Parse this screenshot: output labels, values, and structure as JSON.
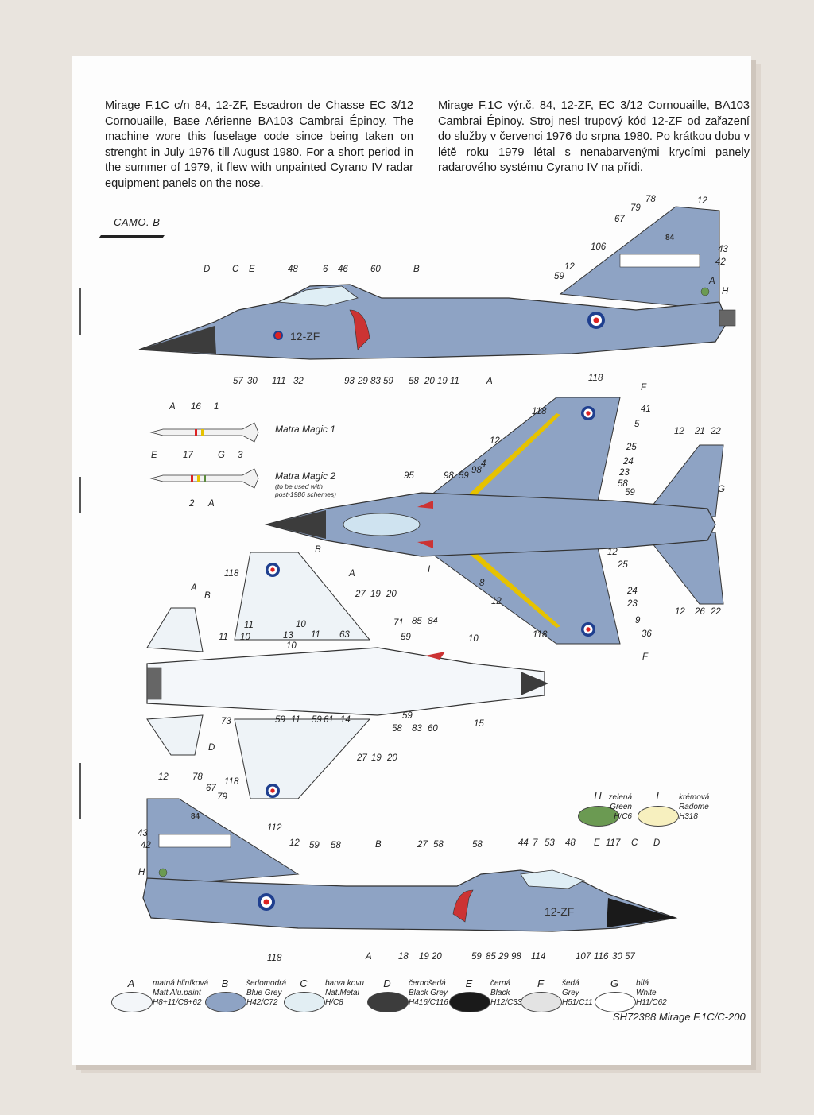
{
  "description_en": "Mirage F.1C c/n 84, 12-ZF, Escadron de Chasse EC 3/12 Cornouaille, Base Aérienne BA103 Cambrai Épinoy. The machine wore this fuselage code since being taken on strenght in July 1976 till August 1980. For a short period in the summer of 1979, it flew with unpainted Cyrano IV radar equipment panels on the nose.",
  "description_cz": "Mirage F.1C výr.č. 84, 12-ZF, EC 3/12 Cornouaille, BA103 Cambrai Épinoy. Stroj nesl trupový kód 12-ZF od zařazení do služby v červenci 1976 do srpna 1980. Po krátkou dobu v létě roku 1979 létal s nenabarvenými krycími panely radarového systému Cyrano IV na přídi.",
  "camo_label": "CAMO. B",
  "fuselage_code": "12-ZF",
  "tail_number": "84",
  "missiles": {
    "magic1": "Matra Magic 1",
    "magic2": "Matra Magic 2",
    "magic2_note": "(to be used with\npost-1986 schemes)"
  },
  "callouts_side1_top": [
    "D",
    "C",
    "E",
    "48",
    "6",
    "46",
    "60",
    "B"
  ],
  "callouts_side1_bottom": [
    "57",
    "30",
    "111",
    "32",
    "93",
    "29",
    "83",
    "59",
    "58",
    "20",
    "19",
    "11",
    "A",
    "118"
  ],
  "callouts_side1_tail": [
    "78",
    "12",
    "79",
    "67",
    "106",
    "43",
    "42",
    "59",
    "12",
    "A",
    "H"
  ],
  "callouts_top": [
    "F",
    "118",
    "41",
    "5",
    "25",
    "24",
    "23",
    "58",
    "59",
    "12",
    "21",
    "22",
    "G",
    "95",
    "98",
    "59",
    "4",
    "98",
    "12",
    "I",
    "12",
    "25",
    "24",
    "23",
    "9",
    "36",
    "8",
    "12",
    "118",
    "F",
    "12",
    "26",
    "22"
  ],
  "callouts_bottom": [
    "B",
    "118",
    "A",
    "A",
    "B",
    "27",
    "19",
    "20",
    "11",
    "10",
    "13",
    "10",
    "11",
    "71",
    "85",
    "84",
    "59",
    "63",
    "10",
    "11",
    "10",
    "73",
    "D",
    "59",
    "11",
    "59",
    "61",
    "14",
    "58",
    "59",
    "83",
    "60",
    "15",
    "27",
    "19",
    "20",
    "118"
  ],
  "callouts_side2": [
    "12",
    "78",
    "67",
    "79",
    "84",
    "43",
    "112",
    "42",
    "12",
    "59",
    "58",
    "H",
    "B",
    "27",
    "58",
    "58",
    "44",
    "7",
    "53",
    "48",
    "E",
    "117",
    "C",
    "D",
    "118",
    "A",
    "18",
    "19",
    "20",
    "59",
    "85",
    "29",
    "98",
    "114",
    "107",
    "116",
    "30",
    "57"
  ],
  "special_colors": [
    {
      "code": "H",
      "name_cz": "zelená",
      "name_en": "Green",
      "ref": "H/C6",
      "color": "#6b9a52"
    },
    {
      "code": "I",
      "name_cz": "krémová",
      "name_en": "Radome",
      "ref": "H318",
      "color": "#f7f0bf"
    }
  ],
  "colors": [
    {
      "code": "A",
      "name_cz": "matná hliníková",
      "name_en": "Matt Alu.paint",
      "ref": "H8+11/C8+62",
      "color": "#f3f6f9"
    },
    {
      "code": "B",
      "name_cz": "šedomodrá",
      "name_en": "Blue Grey",
      "ref": "H42/C72",
      "color": "#8ea3c4"
    },
    {
      "code": "C",
      "name_cz": "barva kovu",
      "name_en": "Nat.Metal",
      "ref": "H/C8",
      "color": "#e2eef3"
    },
    {
      "code": "D",
      "name_cz": "černošedá",
      "name_en": "Black Grey",
      "ref": "H416/C116",
      "color": "#3c3c3c"
    },
    {
      "code": "E",
      "name_cz": "černá",
      "name_en": "Black",
      "ref": "H12/C33",
      "color": "#1a1a1a"
    },
    {
      "code": "F",
      "name_cz": "šedá",
      "name_en": "Grey",
      "ref": "H51/C11",
      "color": "#e3e3e3"
    },
    {
      "code": "G",
      "name_cz": "bílá",
      "name_en": "White",
      "ref": "H11/C62",
      "color": "#ffffff"
    }
  ],
  "footer": "SH72388 Mirage F.1C/C-200"
}
